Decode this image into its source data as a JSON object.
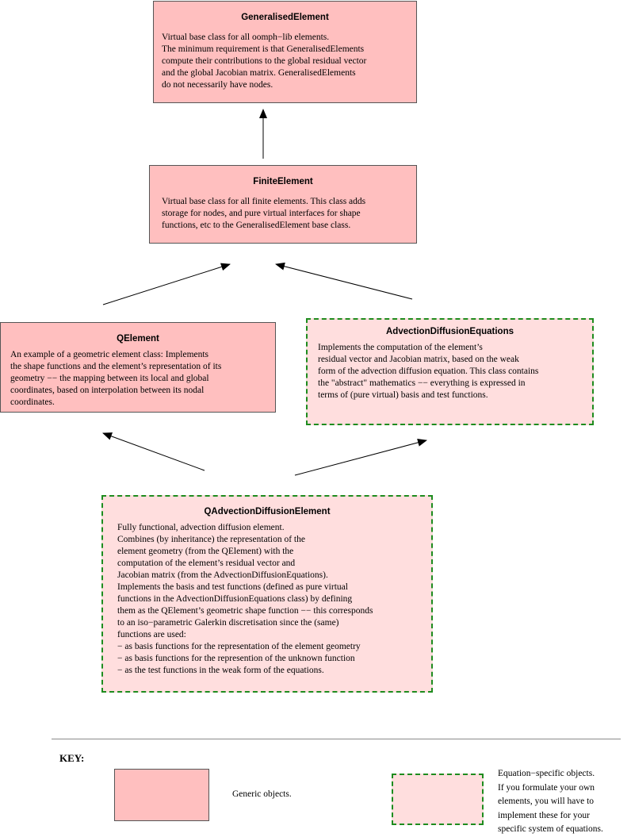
{
  "boxes": {
    "generalised": {
      "title": "GeneralisedElement",
      "body": "Virtual base class for all oomph−lib elements.\nThe minimum requirement is that GeneralisedElements\ncompute their contributions to the global residual vector\nand the global Jacobian matrix. GeneralisedElements\ndo not necessarily have nodes."
    },
    "finite": {
      "title": "FiniteElement",
      "body": "Virtual base class for all finite elements. This class adds\nstorage for nodes, and  pure virtual interfaces for shape\nfunctions, etc to the GeneralisedElement base class."
    },
    "qelement": {
      "title": "QElement",
      "body": "An example of a geometric element class: Implements\nthe shape functions and the element’s representation of its\ngeometry −− the mapping between its local and global\ncoordinates, based on interpolation between its nodal\ncoordinates."
    },
    "adv_eq": {
      "title": "AdvectionDiffusionEquations",
      "body": "Implements the computation of the element’s\nresidual vector and Jacobian matrix, based on the weak\nform of the advection diffusion equation. This class contains\nthe \"abstract\" mathematics −− everything is expressed in\nterms of (pure virtual) basis and test functions."
    },
    "qadv": {
      "title": "QAdvectionDiffusionElement",
      "body": "Fully functional, advection diffusion element.\nCombines (by inheritance) the representation of the\nelement geometry (from the QElement) with the\ncomputation of the element’s residual vector and\nJacobian matrix (from the AdvectionDiffusionEquations).\nImplements the basis and test functions (defined as pure virtual\nfunctions in the AdvectionDiffusionEquations class) by defining\nthem as the QElement’s geometric shape function −− this corresponds\nto an iso−parametric Galerkin discretisation since the (same)\nfunctions are used:\n− as basis functions for the representation of the element geometry\n− as basis functions for the represention of the unknown function\n− as the test functions in the weak form of the equations."
    }
  },
  "key": {
    "label": "KEY:",
    "generic_text": "Generic objects.",
    "specific_text": "Equation−specific objects.\nIf you formulate your own\nelements, you will have to\nimplement these for your\nspecific system of equations."
  },
  "colors": {
    "generic_fill": "#ffbfbf",
    "specific_fill": "#ffdede",
    "specific_border": "#1e8c1e",
    "arrow": "#000000"
  }
}
